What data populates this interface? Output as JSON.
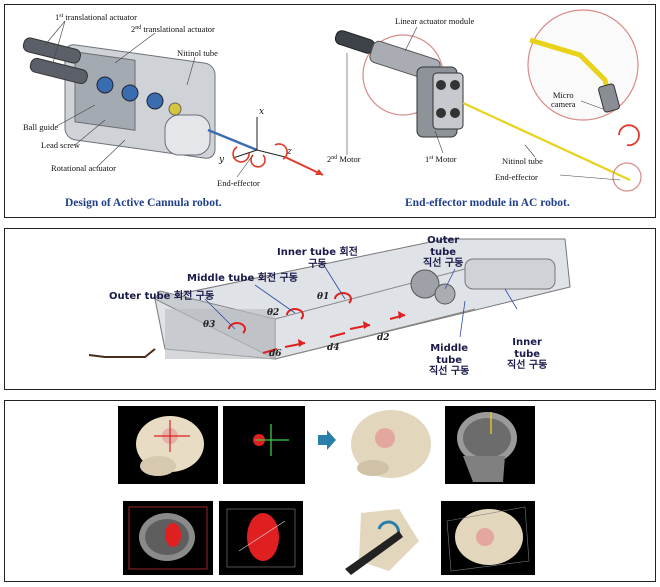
{
  "panel_top": {
    "labels": {
      "actuator1_num": "1",
      "actuator1_sup": "st",
      "actuator1_text": " translational actuator",
      "actuator2_num": "2",
      "actuator2_sup": "nd",
      "actuator2_text": " translational actuator",
      "nitinol_tube_left": "Nitinol tube",
      "ball_guide": "Ball guide",
      "lead_screw": "Lead screw",
      "rotational_actuator": "Rotational actuator",
      "end_effector_left": "End-effector",
      "axis_x": "x",
      "axis_y": "y",
      "axis_z": "z",
      "linear_actuator_module": "Linear actuator module",
      "motor2_num": "2",
      "motor2_sup": "nd",
      "motor2_text": " Motor",
      "motor1_num": "1",
      "motor1_sup": "st",
      "motor1_text": " Motor",
      "nitinol_tube_right": "Nitinol tube",
      "end_effector_right": "End-effector",
      "micro_camera": "Micro\ncamera"
    },
    "captions": {
      "left": "Design of Active Cannula robot.",
      "right": "End-effector module in AC robot."
    },
    "colors": {
      "caption": "#1f3f8a",
      "camera_tube": "#e8d21a",
      "callout_circle": "#d98a8a",
      "motion_arrow": "#e03a2a"
    }
  },
  "panel_middle": {
    "labels": {
      "inner_rot": "Inner tube 회전\n구동",
      "middle_rot": "Middle tube 회전 구동",
      "outer_rot": "Outer tube 회전 구동",
      "outer_lin": "Outer\ntube\n직선 구동",
      "middle_lin": "Middle\ntube\n직선 구동",
      "inner_lin": "Inner\ntube\n직선 구동"
    },
    "symbols": {
      "theta1": "θ1",
      "theta2": "θ2",
      "theta3": "θ3",
      "d2": "d2",
      "d4": "d4",
      "d6": "d6"
    },
    "colors": {
      "label": "#1a1a4a",
      "rotation_arrow": "#e02020"
    }
  },
  "panel_bottom": {
    "icons": {
      "arrow": "right-arrow-icon"
    },
    "colors": {
      "arrow": "#2a7fa8",
      "target_cross": "#e02020",
      "registration_cross": "#3ec93e",
      "tumor": "#e84040"
    }
  }
}
